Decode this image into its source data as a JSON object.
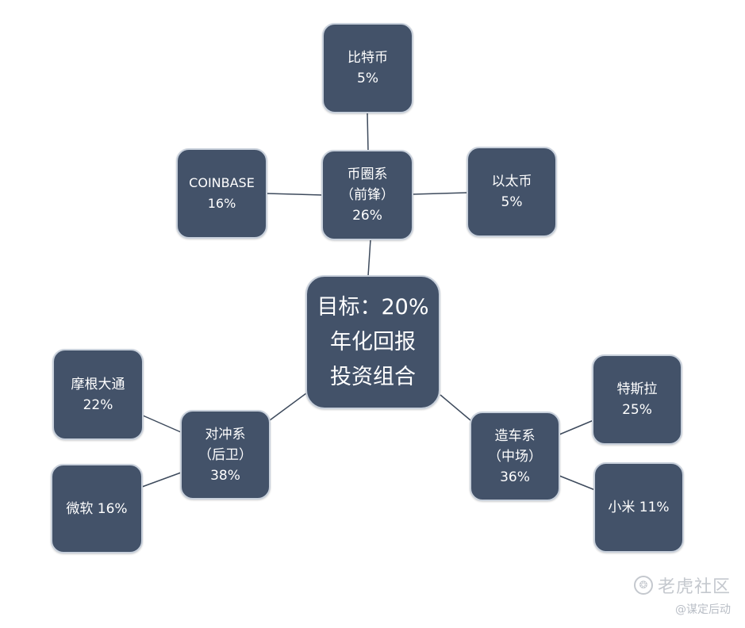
{
  "nodes": {
    "center": {
      "line1": "目标：20%",
      "line2": "年化回报",
      "line3": "投资组合"
    },
    "crypto": {
      "line1": "币圈系",
      "line2": "（前锋）",
      "line3": "26%"
    },
    "bitcoin": {
      "line1": "比特币",
      "line2": "5%"
    },
    "coinbase": {
      "line1": "COINBASE",
      "line2": "16%"
    },
    "ethereum": {
      "line1": "以太币",
      "line2": "5%"
    },
    "hedge": {
      "line1": "对冲系",
      "line2": "（后卫）",
      "line3": "38%"
    },
    "jpmorgan": {
      "line1": "摩根大通",
      "line2": "22%"
    },
    "microsoft": {
      "line1": "微软 16%"
    },
    "auto": {
      "line1": "造车系",
      "line2": "（中场）",
      "line3": "36%"
    },
    "tesla": {
      "line1": "特斯拉",
      "line2": "25%"
    },
    "xiaomi": {
      "line1": "小米 11%"
    }
  },
  "watermark": {
    "brand": "老虎社区",
    "handle": "@谋定后动",
    "logo_icon": "tiger-logo-icon"
  },
  "colors": {
    "node_fill": "#435269",
    "node_border": "#c9d1dc",
    "edge": "#3d4a5c",
    "text": "#ffffff"
  }
}
